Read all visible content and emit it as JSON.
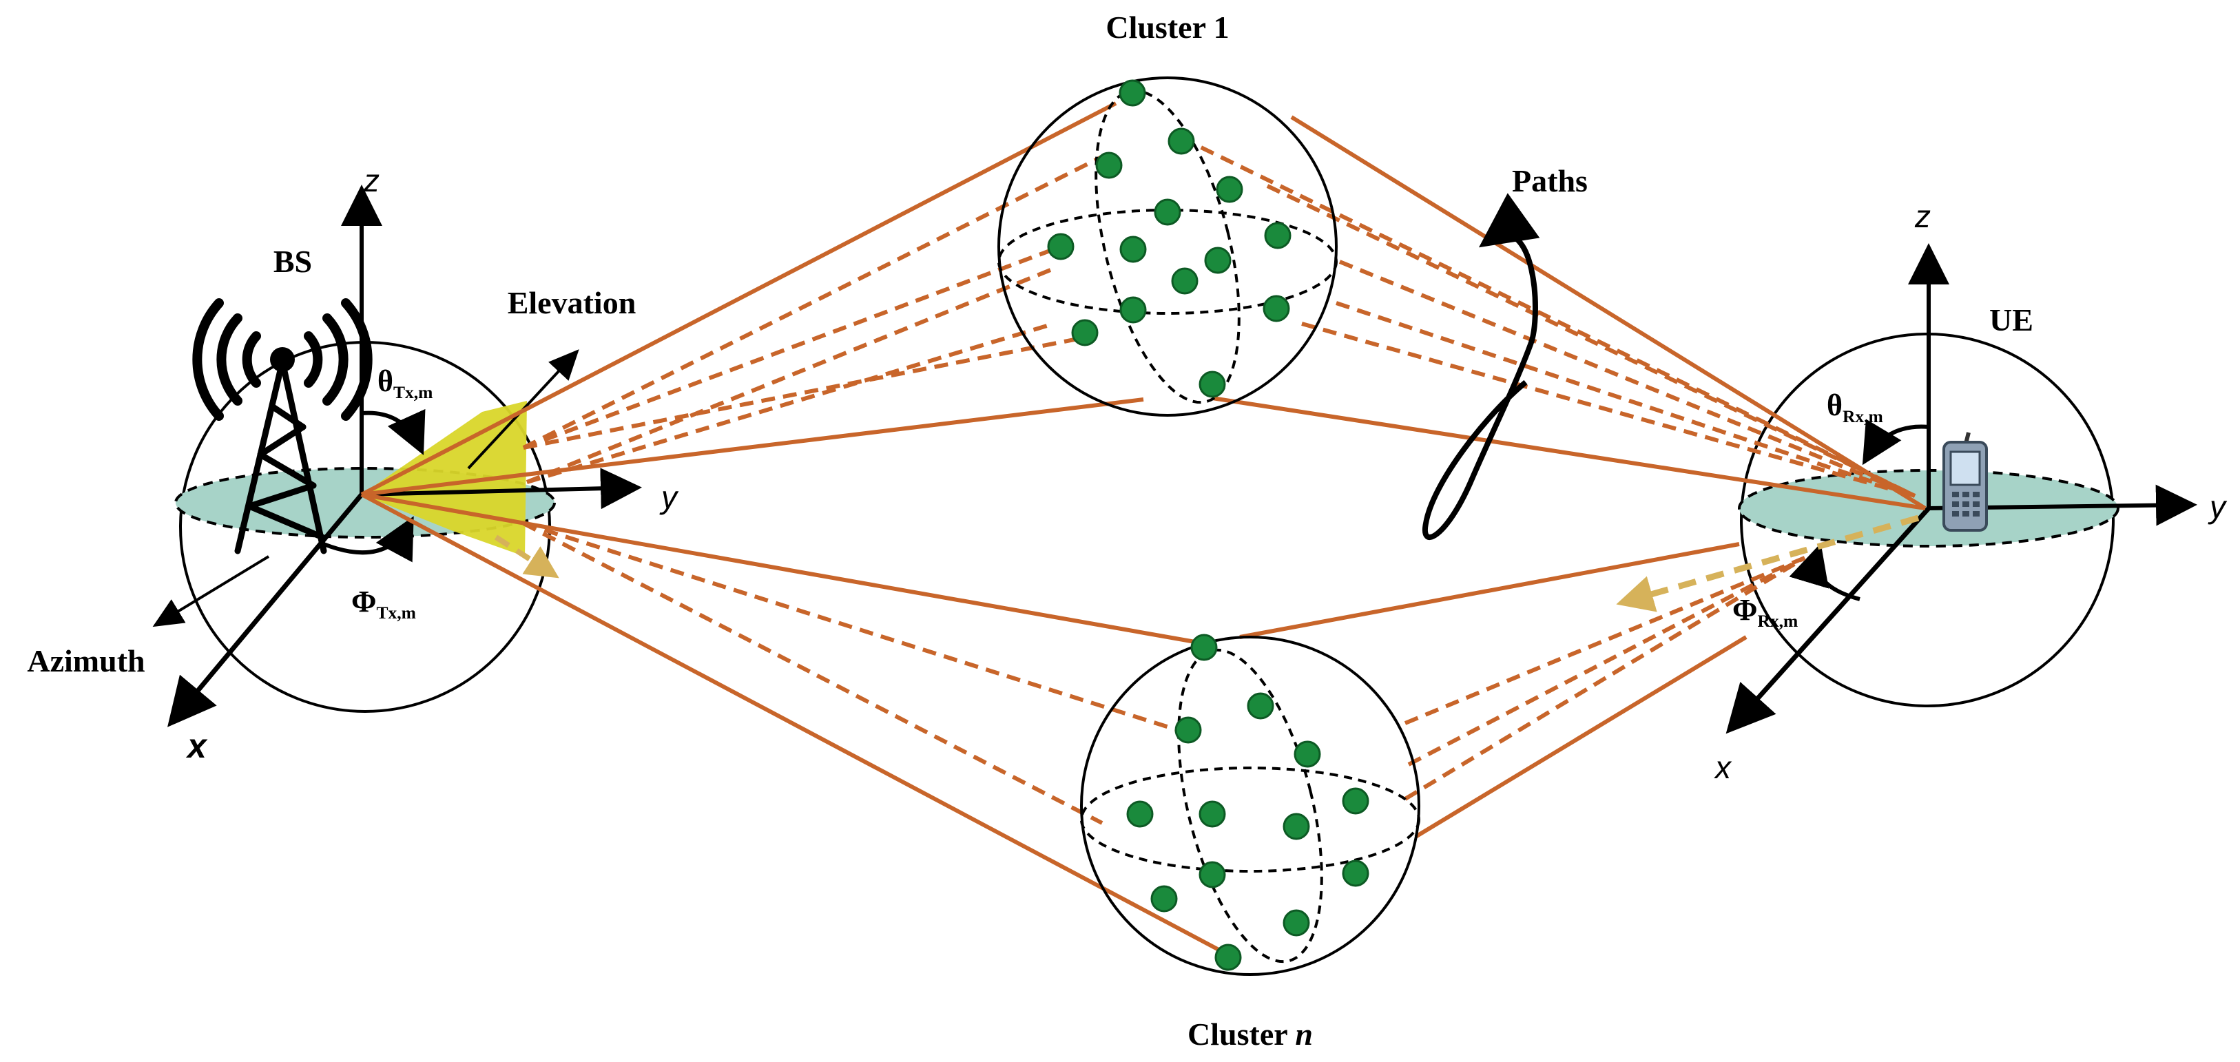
{
  "labels": {
    "cluster1": "Cluster 1",
    "clustern_prefix": "Cluster ",
    "clustern_n": "n",
    "paths": "Paths",
    "bs": "BS",
    "ue": "UE",
    "elevation": "Elevation",
    "azimuth": "Azimuth"
  },
  "angles": {
    "theta_tx": "θ",
    "theta_tx_sub": "Tx,m",
    "phi_tx": "Φ",
    "phi_tx_sub": "Tx,m",
    "theta_rx": "θ",
    "theta_rx_sub": "Rx,m",
    "phi_rx": "Φ",
    "phi_rx_sub": "Rx,m"
  },
  "axes": {
    "bs_z": "z",
    "bs_y": "y",
    "bs_x": "x",
    "ue_z": "z",
    "ue_y": "y",
    "ue_x": "x"
  },
  "colors": {
    "ray": "#c8652a",
    "scatterer": "#1a8a3c",
    "scatterer_stroke": "#0d5a24",
    "disk": "#a7d3c8",
    "beam": "#d9d62a",
    "reflect": "#d6b25a"
  }
}
